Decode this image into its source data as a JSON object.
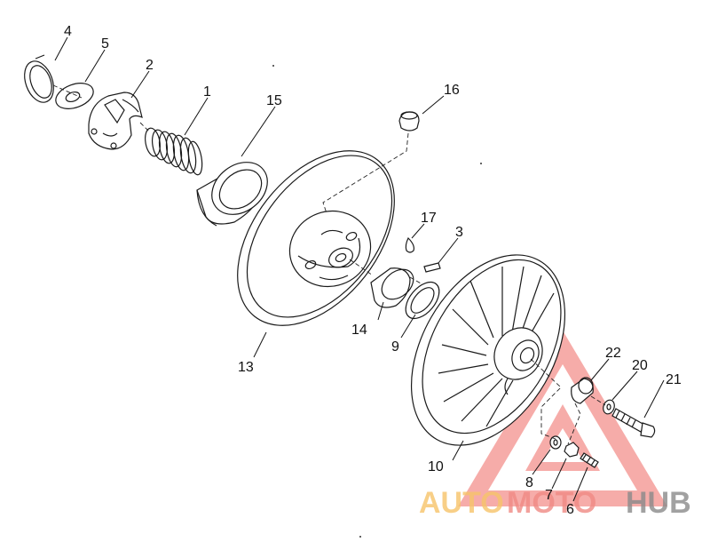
{
  "diagram": {
    "parts": [
      {
        "id": "p4",
        "label": "4"
      },
      {
        "id": "p5",
        "label": "5"
      },
      {
        "id": "p2",
        "label": "2"
      },
      {
        "id": "p1",
        "label": "1"
      },
      {
        "id": "p15",
        "label": "15"
      },
      {
        "id": "p16",
        "label": "16"
      },
      {
        "id": "p17",
        "label": "17"
      },
      {
        "id": "p3",
        "label": "3"
      },
      {
        "id": "p14",
        "label": "14"
      },
      {
        "id": "p9",
        "label": "9"
      },
      {
        "id": "p13",
        "label": "13"
      },
      {
        "id": "p22",
        "label": "22"
      },
      {
        "id": "p20",
        "label": "20"
      },
      {
        "id": "p21",
        "label": "21"
      },
      {
        "id": "p10",
        "label": "10"
      },
      {
        "id": "p8",
        "label": "8"
      },
      {
        "id": "p7",
        "label": "7"
      },
      {
        "id": "p6",
        "label": "6"
      }
    ]
  },
  "watermark": {
    "word_part1": "AUTO",
    "word_part2": "MOTO",
    "word_part3": "HUB",
    "colors": {
      "part1": "#f7c46a",
      "part2": "#f08a84",
      "part3": "#8a8a8a",
      "triangle": "#f06a64"
    }
  }
}
